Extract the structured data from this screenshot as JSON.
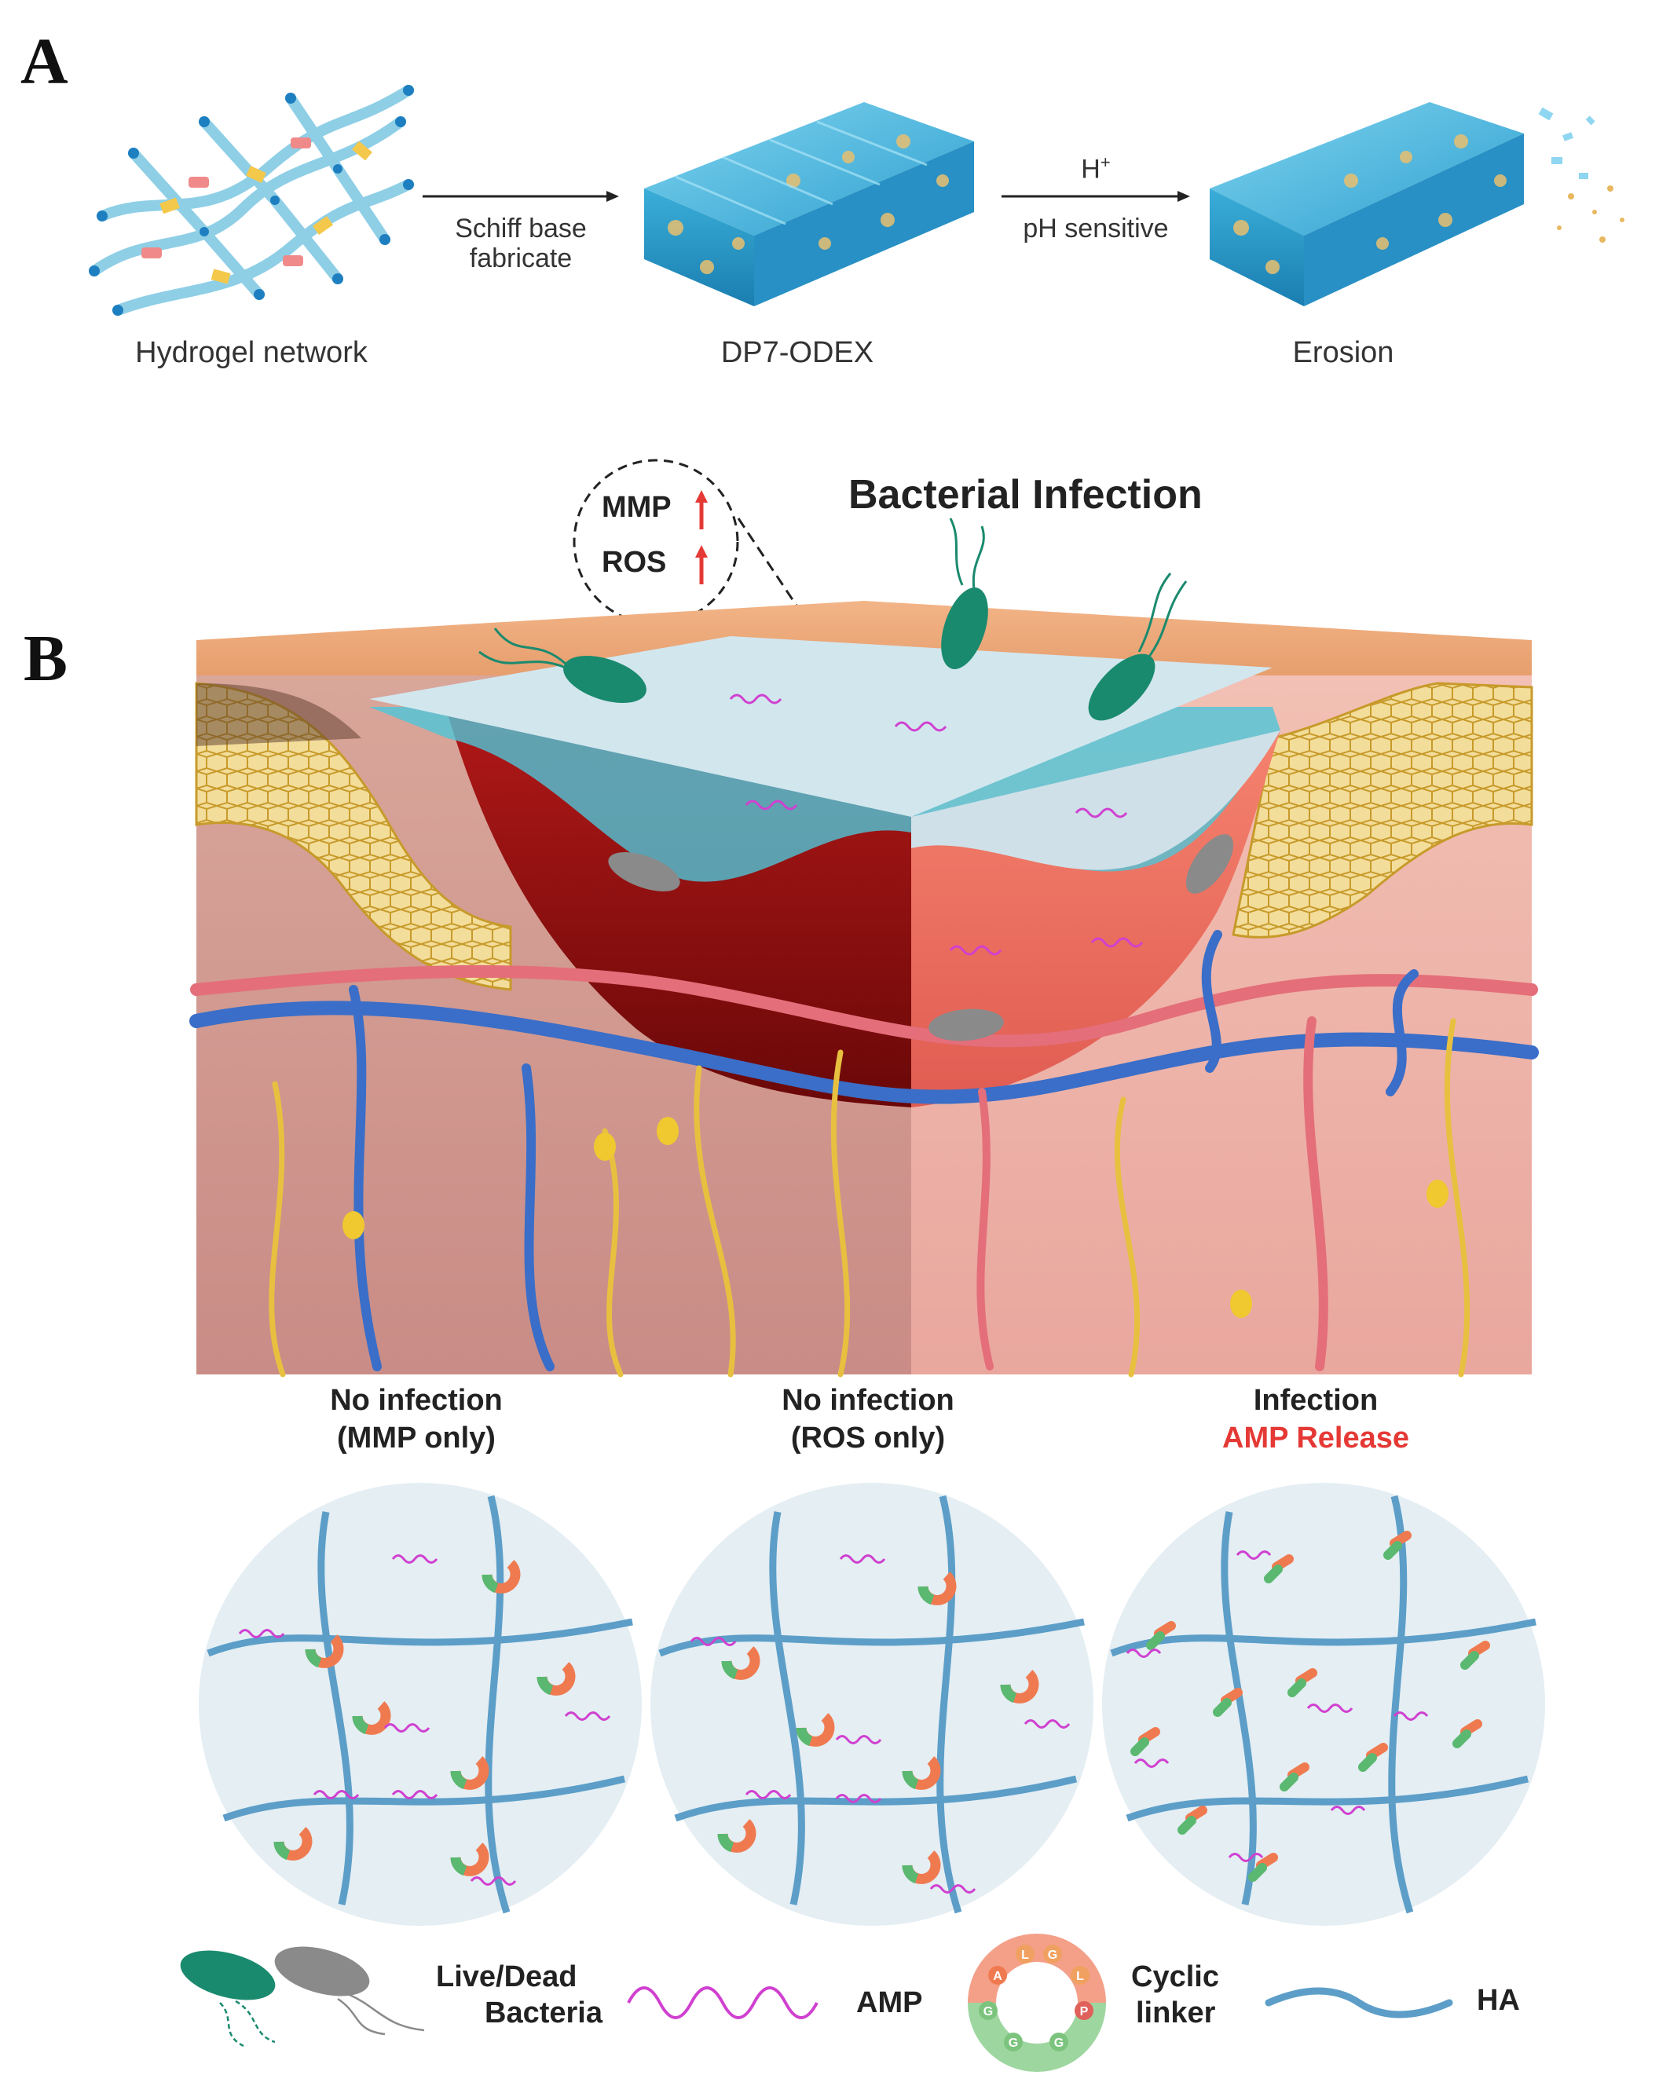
{
  "panel_a": {
    "letter": "A",
    "stages": [
      "Hydrogel network",
      "DP7-ODEX",
      "Erosion"
    ],
    "arrow1_label_line1": "Schiff base",
    "arrow1_label_line2": "fabricate",
    "arrow2_label_top": "H",
    "arrow2_label_sup": "+",
    "arrow2_label_bottom": "pH sensitive"
  },
  "panel_b": {
    "letter": "B",
    "title": "Bacterial Infection",
    "callout": {
      "mmp": "MMP",
      "ros": "ROS"
    },
    "conditions": [
      {
        "line1": "No infection",
        "line2": "(MMP only)"
      },
      {
        "line1": "No infection",
        "line2": "(ROS only)"
      },
      {
        "line1": "Infection",
        "line2": "AMP Release"
      }
    ],
    "legend": {
      "bacteria_line1": "Live/Dead",
      "bacteria_line2": "Bacteria",
      "amp": "AMP",
      "linker_line1": "Cyclic",
      "linker_line2": "linker",
      "ha": "HA",
      "ring_letters": [
        "A",
        "L",
        "G",
        "L",
        "P",
        "G",
        "G",
        "G"
      ]
    }
  },
  "colors": {
    "hydrogel_blue": "#3aaed8",
    "network_blue": "#4a90b8",
    "skin_tan": "#e8a070",
    "wound_red": "#8b1010",
    "wound_salmon": "#f07a6a",
    "tissue_pink": "#e8b0a8",
    "live_bacteria": "#1a8a6e",
    "dead_bacteria": "#8a8a8a",
    "amp_magenta": "#d040d0",
    "linker_orange": "#f07a50",
    "linker_green": "#5ab870",
    "alert_red": "#e53935"
  }
}
